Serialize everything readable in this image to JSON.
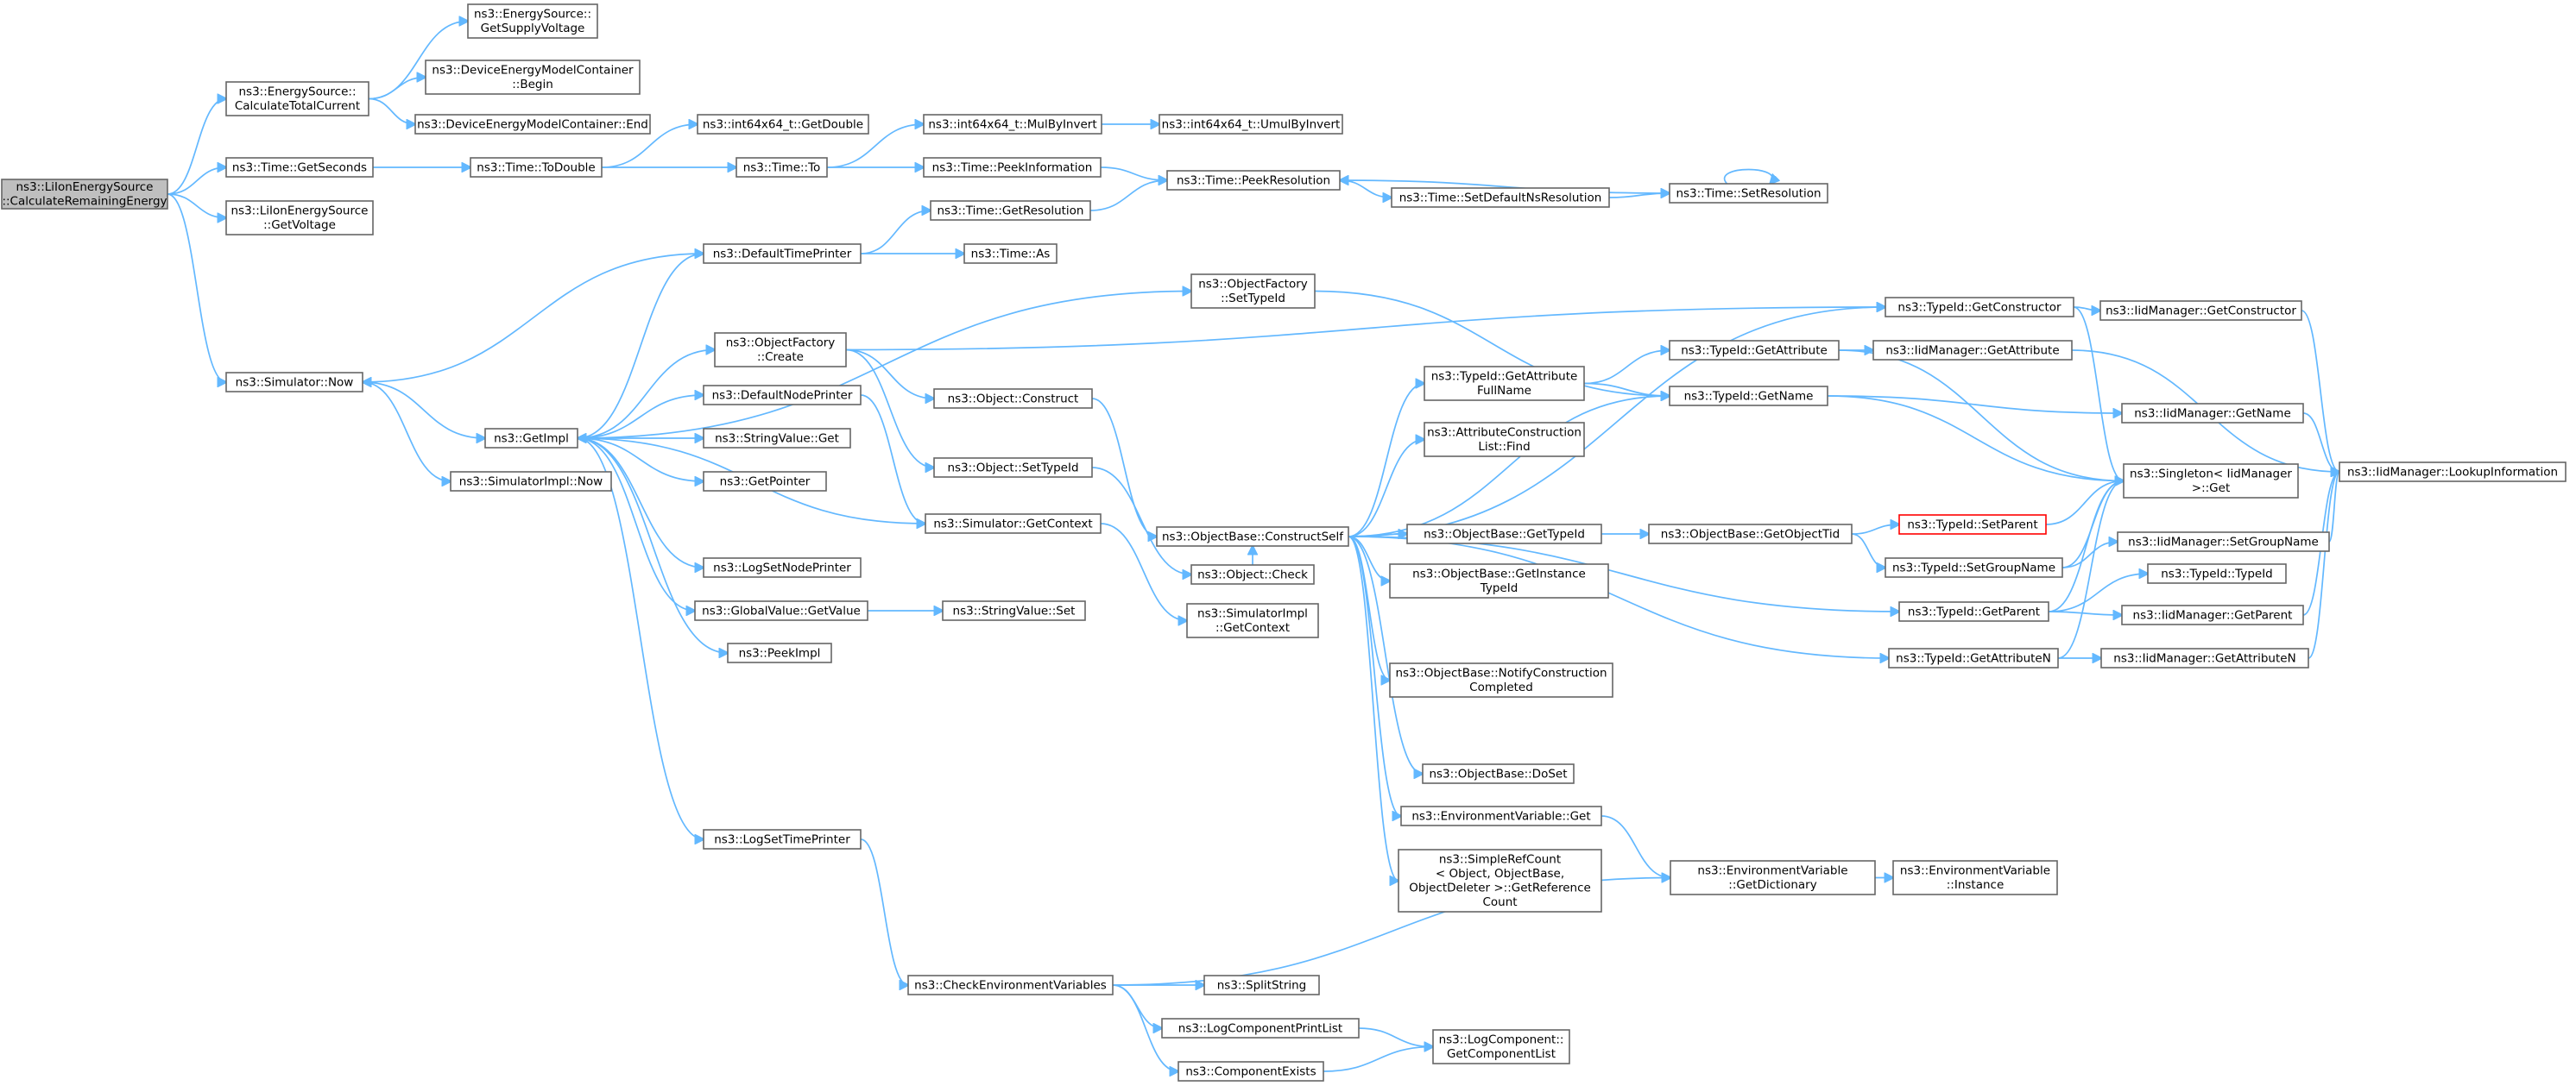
{
  "graph": {
    "nodes": [
      {
        "id": "root",
        "lines": [
          "ns3::LiIonEnergySource",
          "::CalculateRemainingEnergy"
        ],
        "root": true
      },
      {
        "id": "calcTotal",
        "lines": [
          "ns3::EnergySource::",
          "CalculateTotalCurrent"
        ]
      },
      {
        "id": "getSupply",
        "lines": [
          "ns3::EnergySource::",
          "GetSupplyVoltage"
        ]
      },
      {
        "id": "demBegin",
        "lines": [
          "ns3::DeviceEnergyModelContainer",
          "::Begin"
        ]
      },
      {
        "id": "demEnd",
        "lines": [
          "ns3::DeviceEnergyModelContainer::End"
        ]
      },
      {
        "id": "timeGetSeconds",
        "lines": [
          "ns3::Time::GetSeconds"
        ]
      },
      {
        "id": "timeToDouble",
        "lines": [
          "ns3::Time::ToDouble"
        ]
      },
      {
        "id": "i64GetDouble",
        "lines": [
          "ns3::int64x64_t::GetDouble"
        ]
      },
      {
        "id": "timeTo",
        "lines": [
          "ns3::Time::To"
        ]
      },
      {
        "id": "i64MulByInvert",
        "lines": [
          "ns3::int64x64_t::MulByInvert"
        ]
      },
      {
        "id": "i64UmulByInvert",
        "lines": [
          "ns3::int64x64_t::UmulByInvert"
        ]
      },
      {
        "id": "timePeekInfo",
        "lines": [
          "ns3::Time::PeekInformation"
        ]
      },
      {
        "id": "timePeekRes",
        "lines": [
          "ns3::Time::PeekResolution"
        ]
      },
      {
        "id": "timeSetDefNs",
        "lines": [
          "ns3::Time::SetDefaultNsResolution"
        ]
      },
      {
        "id": "timeSetRes",
        "lines": [
          "ns3::Time::SetResolution"
        ]
      },
      {
        "id": "liGetVoltage",
        "lines": [
          "ns3::LiIonEnergySource",
          "::GetVoltage"
        ]
      },
      {
        "id": "timeGetRes",
        "lines": [
          "ns3::Time::GetResolution"
        ]
      },
      {
        "id": "defTimePrinter",
        "lines": [
          "ns3::DefaultTimePrinter"
        ]
      },
      {
        "id": "timeAs",
        "lines": [
          "ns3::Time::As"
        ]
      },
      {
        "id": "ofSetTypeId",
        "lines": [
          "ns3::ObjectFactory",
          "::SetTypeId"
        ]
      },
      {
        "id": "simNow",
        "lines": [
          "ns3::Simulator::Now"
        ]
      },
      {
        "id": "getImpl",
        "lines": [
          "ns3::GetImpl"
        ]
      },
      {
        "id": "simImplNow",
        "lines": [
          "ns3::SimulatorImpl::Now"
        ]
      },
      {
        "id": "ofCreate",
        "lines": [
          "ns3::ObjectFactory",
          "::Create"
        ]
      },
      {
        "id": "defNodePrinter",
        "lines": [
          "ns3::DefaultNodePrinter"
        ]
      },
      {
        "id": "strValGet",
        "lines": [
          "ns3::StringValue::Get"
        ]
      },
      {
        "id": "getPointer",
        "lines": [
          "ns3::GetPointer"
        ]
      },
      {
        "id": "logSetNodePrinter",
        "lines": [
          "ns3::LogSetNodePrinter"
        ]
      },
      {
        "id": "gvGetValue",
        "lines": [
          "ns3::GlobalValue::GetValue"
        ]
      },
      {
        "id": "strValSet",
        "lines": [
          "ns3::StringValue::Set"
        ]
      },
      {
        "id": "peekImpl",
        "lines": [
          "ns3::PeekImpl"
        ]
      },
      {
        "id": "logSetTimePrinter",
        "lines": [
          "ns3::LogSetTimePrinter"
        ]
      },
      {
        "id": "objConstruct",
        "lines": [
          "ns3::Object::Construct"
        ]
      },
      {
        "id": "objSetTypeId",
        "lines": [
          "ns3::Object::SetTypeId"
        ]
      },
      {
        "id": "simGetContext",
        "lines": [
          "ns3::Simulator::GetContext"
        ]
      },
      {
        "id": "obConstructSelf",
        "lines": [
          "ns3::ObjectBase::ConstructSelf"
        ]
      },
      {
        "id": "objCheck",
        "lines": [
          "ns3::Object::Check"
        ]
      },
      {
        "id": "simImplGetContext",
        "lines": [
          "ns3::SimulatorImpl",
          "::GetContext"
        ]
      },
      {
        "id": "tidGetConstructor",
        "lines": [
          "ns3::TypeId::GetConstructor"
        ]
      },
      {
        "id": "iidGetConstructor",
        "lines": [
          "ns3::IidManager::GetConstructor"
        ]
      },
      {
        "id": "tidGetAttribute",
        "lines": [
          "ns3::TypeId::GetAttribute"
        ]
      },
      {
        "id": "iidGetAttribute",
        "lines": [
          "ns3::IidManager::GetAttribute"
        ]
      },
      {
        "id": "tidGetAttrFullName",
        "lines": [
          "ns3::TypeId::GetAttribute",
          "FullName"
        ]
      },
      {
        "id": "tidGetName",
        "lines": [
          "ns3::TypeId::GetName"
        ]
      },
      {
        "id": "iidGetName",
        "lines": [
          "ns3::IidManager::GetName"
        ]
      },
      {
        "id": "iidLookup",
        "lines": [
          "ns3::IidManager::LookupInformation"
        ]
      },
      {
        "id": "acListFind",
        "lines": [
          "ns3::AttributeConstruction",
          "List::Find"
        ]
      },
      {
        "id": "singletonGet",
        "lines": [
          "ns3::Singleton< IidManager",
          ">::Get"
        ]
      },
      {
        "id": "obGetTypeId",
        "lines": [
          "ns3::ObjectBase::GetTypeId"
        ]
      },
      {
        "id": "obGetObjectTid",
        "lines": [
          "ns3::ObjectBase::GetObjectTid"
        ]
      },
      {
        "id": "tidSetParent",
        "lines": [
          "ns3::TypeId::SetParent"
        ],
        "red": true
      },
      {
        "id": "tidSetGroupName",
        "lines": [
          "ns3::TypeId::SetGroupName"
        ]
      },
      {
        "id": "iidSetGroupName",
        "lines": [
          "ns3::IidManager::SetGroupName"
        ]
      },
      {
        "id": "obGetInstanceTid",
        "lines": [
          "ns3::ObjectBase::GetInstance",
          "TypeId"
        ]
      },
      {
        "id": "tidTypeId",
        "lines": [
          "ns3::TypeId::TypeId"
        ]
      },
      {
        "id": "tidGetParent",
        "lines": [
          "ns3::TypeId::GetParent"
        ]
      },
      {
        "id": "iidGetParent",
        "lines": [
          "ns3::IidManager::GetParent"
        ]
      },
      {
        "id": "tidGetAttributeN",
        "lines": [
          "ns3::TypeId::GetAttributeN"
        ]
      },
      {
        "id": "iidGetAttributeN",
        "lines": [
          "ns3::IidManager::GetAttributeN"
        ]
      },
      {
        "id": "obNotifyConstruction",
        "lines": [
          "ns3::ObjectBase::NotifyConstruction",
          "Completed"
        ]
      },
      {
        "id": "obDoSet",
        "lines": [
          "ns3::ObjectBase::DoSet"
        ]
      },
      {
        "id": "envVarGet",
        "lines": [
          "ns3::EnvironmentVariable::Get"
        ]
      },
      {
        "id": "simpleRefCount",
        "lines": [
          "ns3::SimpleRefCount",
          "< Object, ObjectBase,",
          "ObjectDeleter >::GetReference",
          "Count"
        ]
      },
      {
        "id": "envVarGetDict",
        "lines": [
          "ns3::EnvironmentVariable",
          "::GetDictionary"
        ]
      },
      {
        "id": "envVarInstance",
        "lines": [
          "ns3::EnvironmentVariable",
          "::Instance"
        ]
      },
      {
        "id": "checkEnvVars",
        "lines": [
          "ns3::CheckEnvironmentVariables"
        ]
      },
      {
        "id": "splitString",
        "lines": [
          "ns3::SplitString"
        ]
      },
      {
        "id": "logCompPrintList",
        "lines": [
          "ns3::LogComponentPrintList"
        ]
      },
      {
        "id": "logCompGetList",
        "lines": [
          "ns3::LogComponent::",
          "GetComponentList"
        ]
      },
      {
        "id": "compExists",
        "lines": [
          "ns3::ComponentExists"
        ]
      }
    ]
  }
}
